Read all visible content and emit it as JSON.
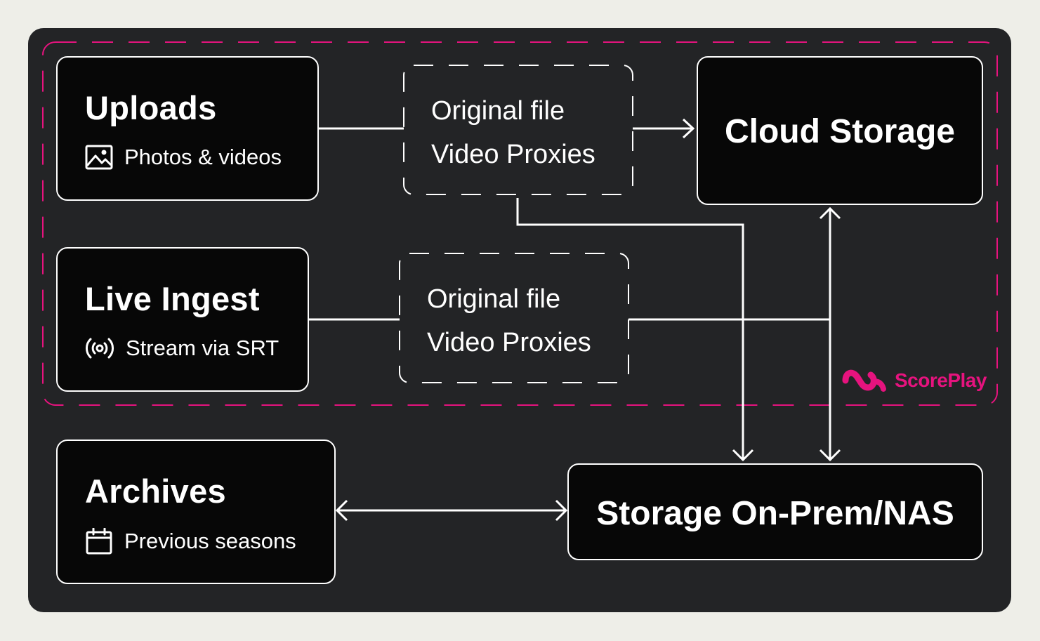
{
  "nodes": {
    "uploads": {
      "title": "Uploads",
      "subtitle": "Photos & videos",
      "icon": "image-icon"
    },
    "live_ingest": {
      "title": "Live Ingest",
      "subtitle": "Stream via SRT",
      "icon": "broadcast-icon"
    },
    "archives": {
      "title": "Archives",
      "subtitle": "Previous seasons",
      "icon": "calendar-icon"
    },
    "cloud_storage": {
      "title": "Cloud Storage"
    },
    "on_prem": {
      "title": "Storage On-Prem/NAS"
    },
    "files_top": {
      "line1": "Original file",
      "line2": "Video Proxies"
    },
    "files_bottom": {
      "line1": "Original file",
      "line2": "Video Proxies"
    }
  },
  "brand": {
    "name": "ScorePlay",
    "icon": "scoreplay-logo-icon",
    "color": "#e6137e"
  },
  "colors": {
    "background": "#eeeee8",
    "panel": "#232426",
    "box": "#070707",
    "line": "#ffffff",
    "boundary": "#e6137e"
  }
}
